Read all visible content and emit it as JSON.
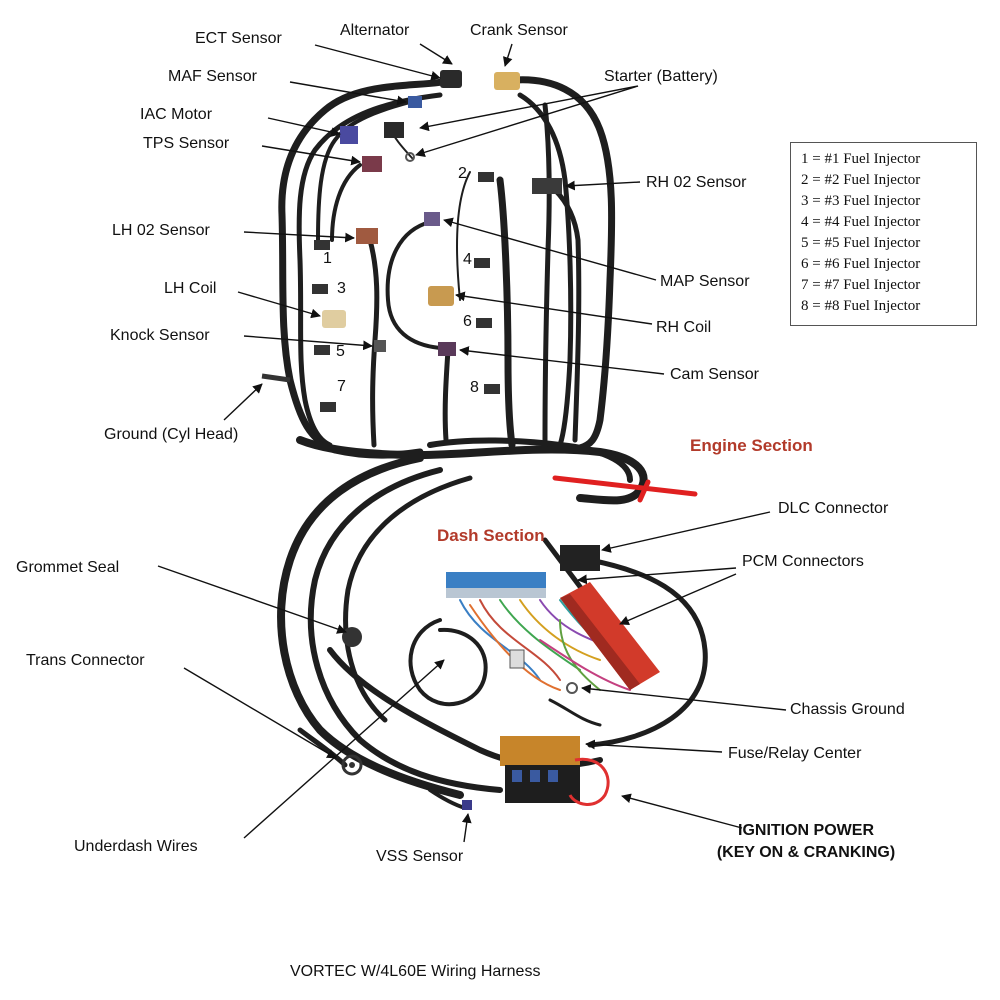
{
  "labels": {
    "ect_sensor": "ECT Sensor",
    "alternator": "Alternator",
    "crank_sensor": "Crank Sensor",
    "maf_sensor": "MAF Sensor",
    "starter_battery": "Starter (Battery)",
    "iac_motor": "IAC Motor",
    "tps_sensor": "TPS Sensor",
    "rh_o2_sensor": "RH 02 Sensor",
    "lh_o2_sensor": "LH 02 Sensor",
    "map_sensor": "MAP Sensor",
    "lh_coil": "LH Coil",
    "rh_coil": "RH Coil",
    "knock_sensor": "Knock Sensor",
    "cam_sensor": "Cam Sensor",
    "ground_cyl_head": "Ground (Cyl Head)",
    "dlc_connector": "DLC Connector",
    "pcm_connectors": "PCM Connectors",
    "grommet_seal": "Grommet Seal",
    "trans_connector": "Trans Connector",
    "chassis_ground": "Chassis Ground",
    "fuse_relay_center": "Fuse/Relay Center",
    "underdash_wires": "Underdash Wires",
    "vss_sensor": "VSS Sensor"
  },
  "ignition_power": {
    "line1": "IGNITION POWER",
    "line2": "(KEY ON & CRANKING)"
  },
  "sections": {
    "engine": "Engine Section",
    "dash": "Dash Section"
  },
  "injector_numbers": [
    "1",
    "2",
    "3",
    "4",
    "5",
    "6",
    "7",
    "8"
  ],
  "legend": [
    "1 = #1 Fuel Injector",
    "2 = #2 Fuel Injector",
    "3 = #3 Fuel Injector",
    "4 = #4 Fuel Injector",
    "5 = #5 Fuel Injector",
    "6 = #6 Fuel Injector",
    "7 = #7 Fuel Injector",
    "8 = #8 Fuel Injector"
  ],
  "caption": "VORTEC W/4L60E Wiring Harness",
  "colors": {
    "harness": "#1e1e1e",
    "section_text": "#b23a2a",
    "divider": "#e02020",
    "pcm_red": "#d23a2a",
    "pcm_blue": "#3a7fc4",
    "relay_orange": "#c7852a"
  }
}
